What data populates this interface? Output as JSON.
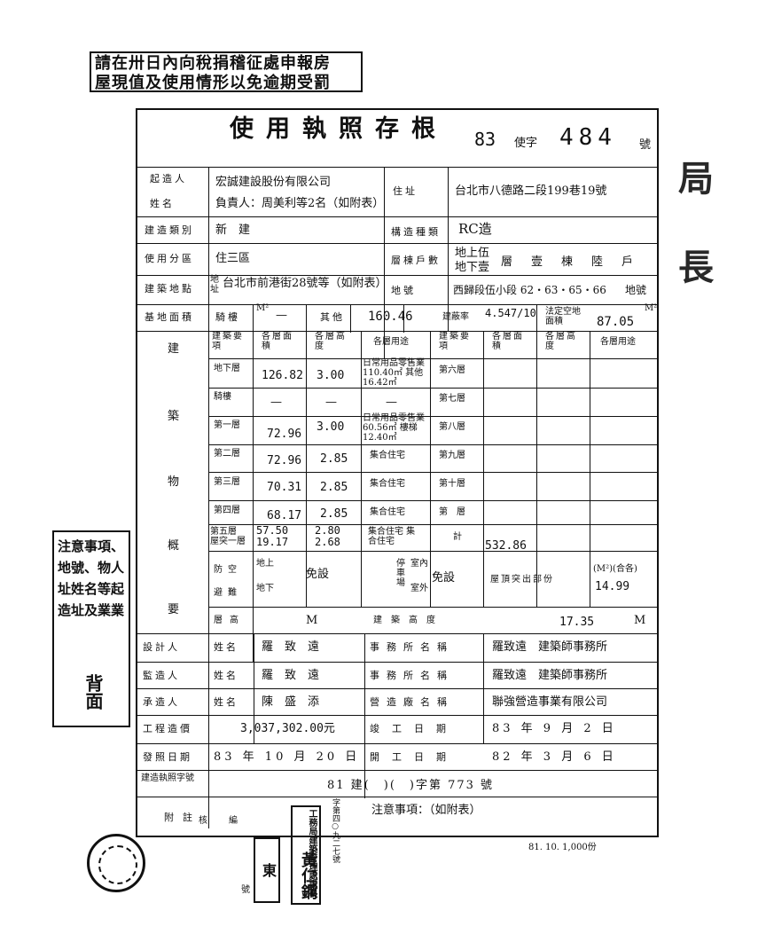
{
  "notice": {
    "line1": "請在卅日內向稅捐稽征處申報房",
    "line2": "屋現值及使用情形以免逾期受罰"
  },
  "header": {
    "title": "使用執照存根",
    "year": "83",
    "char": "使字",
    "number": "484",
    "suffix": "號"
  },
  "applicant": {
    "label1": "起造人",
    "label2": "姓名",
    "company": "宏誠建設股份有限公司",
    "rep": "負責人：周美利等2名（如附表）",
    "addr_label": "住址",
    "address": "台北市八德路二段199巷19號"
  },
  "type": {
    "label": "建造類別",
    "value": "新　建",
    "struct_label": "構造種類",
    "struct": "RC造"
  },
  "zone": {
    "label": "使用分區",
    "value": "住三區",
    "floors_label": "層棟戶數",
    "above": "地上伍",
    "below": "地下壹",
    "floors_text": "層　壹　棟　陸　戶"
  },
  "site": {
    "label": "建築地點",
    "addr_mark": "地址",
    "addr": "台北市前港街28號等（如附表）",
    "lot_label": "地號",
    "lot": "西歸段伍小段 62‧63‧65‧66",
    "lot_suffix": "地號"
  },
  "area": {
    "label": "基地面積",
    "ride_label": "騎樓",
    "ride_unit": "M²",
    "ride_val": "—",
    "other_label": "其他",
    "other_val": "160.46",
    "coverage_label": "建蔽率",
    "coverage": "4.547/10",
    "open_label": "法定空地面積",
    "open_val": "87.05",
    "open_unit": "M²"
  },
  "building": {
    "side_chars": [
      "建",
      "築",
      "物",
      "概",
      "要"
    ],
    "h_item": "建築要項",
    "h_area": "各層面積",
    "h_height": "各層高度",
    "h_use": "各層用途",
    "rows": [
      {
        "floor": "地下層",
        "area": "126.82",
        "height": "3.00",
        "use": "日常用品零售業110.40㎡ 其他16.42㎡",
        "floor2": "第六層"
      },
      {
        "floor": "騎樓",
        "area": "—",
        "height": "—",
        "use": "—",
        "floor2": "第七層"
      },
      {
        "floor": "第一層",
        "area": "72.96",
        "height": "3.00",
        "use": "日常用品零售業60.56㎡ 樓梯12.40㎡",
        "floor2": "第八層"
      },
      {
        "floor": "第二層",
        "area": "72.96",
        "height": "2.85",
        "use": "集合住宅",
        "floor2": "第九層"
      },
      {
        "floor": "第三層",
        "area": "70.31",
        "height": "2.85",
        "use": "集合住宅",
        "floor2": "第十層"
      },
      {
        "floor": "第四層",
        "area": "68.17",
        "height": "2.85",
        "use": "集合住宅",
        "floor2": "第　層"
      },
      {
        "floor": "第五層 屋突一層",
        "area": "57.50 19.17",
        "height": "2.80 2.68",
        "use": "集合住宅 集合住宅",
        "floor2": "計"
      }
    ],
    "total": "532.86",
    "m2": "M²",
    "m": "M",
    "shelter_label": "防空避難",
    "shelter_above": "地上",
    "shelter_below": "地下",
    "shelter_val": "免設",
    "parking_label": "停車場",
    "parking_in": "室內",
    "parking_out": "室外",
    "parking_val": "免設",
    "roof_label": "屋頂突出部份",
    "roof_note": "(M²)(合各)",
    "roof_val": "14.99",
    "floor_height_label": "層高",
    "floor_height_val": "M",
    "bldg_height_label": "建築高度",
    "bldg_height": "17.35",
    "bldg_unit": "M"
  },
  "designer": {
    "label": "設計人",
    "name_label": "姓名",
    "name": "羅　致　遠",
    "office_label": "事務所名稱",
    "office": "羅致遠　建築師事務所"
  },
  "supervisor": {
    "label": "監造人",
    "name_label": "姓名",
    "name": "羅　致　遠",
    "office_label": "事務所名稱",
    "office": "羅致遠　建築師事務所"
  },
  "contractor": {
    "label": "承造人",
    "name_label": "姓名",
    "name": "陳　盛　添",
    "office_label": "營造廠名稱",
    "office": "聯強營造事業有限公司"
  },
  "cost": {
    "label": "工程造價",
    "value": "3,037,302.00元",
    "done_label": "竣工日期",
    "done": "83 年 9 月 2 日"
  },
  "issue": {
    "label": "發照日期",
    "value": "83 年 10 月 20 日",
    "start_label": "開工日期",
    "start": "82 年 3 月 6 日"
  },
  "permit": {
    "label": "建造執照字號",
    "value": "81 建(　)(　)字第 773 號"
  },
  "remarks": {
    "label": "附註",
    "note": "注意事項：（如附表）",
    "check": "核",
    "edit": "編",
    "sign": "號",
    "stamp_text": "工務局建築管理處處長",
    "chief": "黃仁鋼",
    "vertical_note": "字第四○九二七號",
    "footer": "81. 10. 1,000份"
  },
  "side_note": {
    "text": "注意事項、地號、物人址姓名等起造址及業業",
    "back": "背面"
  },
  "right_stamp": "局長"
}
